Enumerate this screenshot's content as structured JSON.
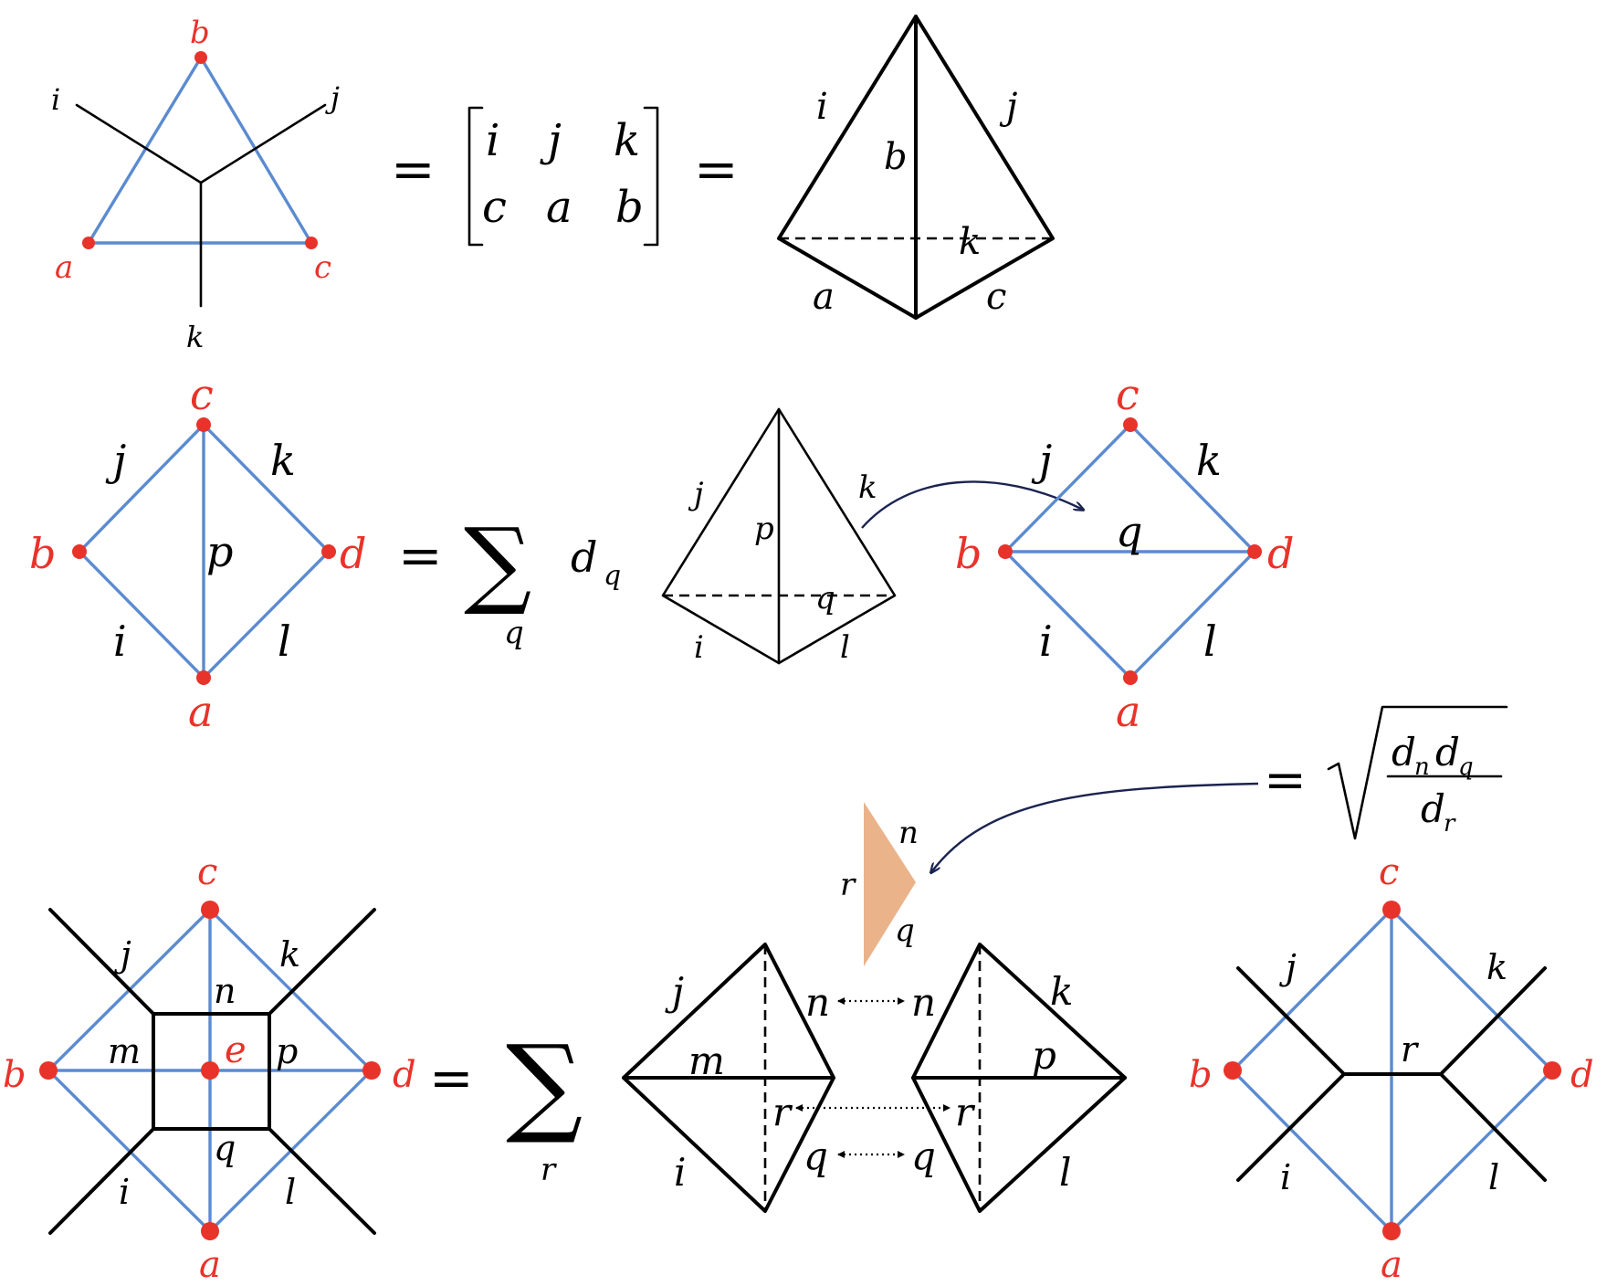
{
  "row1": {
    "vertices": {
      "a": "a",
      "b": "b",
      "c": "c"
    },
    "edges": {
      "i": "i",
      "j": "j",
      "k": "k"
    },
    "equals": "=",
    "matrix": {
      "top": [
        "i",
        "j",
        "k"
      ],
      "bottom": [
        "c",
        "a",
        "b"
      ]
    },
    "tetra": {
      "i": "i",
      "j": "j",
      "b": "b",
      "k": "k",
      "a": "a",
      "c": "c"
    }
  },
  "row2": {
    "vertices": {
      "a": "a",
      "b": "b",
      "c": "c",
      "d": "d"
    },
    "edges": {
      "i": "i",
      "j": "j",
      "k": "k",
      "l": "l",
      "p": "p"
    },
    "equals": "=",
    "sum_symbol": "∑",
    "sum_index": "q",
    "coef_d": "d",
    "coef_sub": "q",
    "tetra": {
      "j": "j",
      "k": "k",
      "p": "p",
      "q": "q",
      "i": "i",
      "l": "l"
    },
    "right": {
      "vertices": {
        "a": "a",
        "b": "b",
        "c": "c",
        "d": "d"
      },
      "edges": {
        "i": "i",
        "j": "j",
        "k": "k",
        "l": "l",
        "q": "q"
      }
    }
  },
  "formula": {
    "equals": "=",
    "num_d1": "d",
    "num_s1": "n",
    "num_d2": "d",
    "num_s2": "q",
    "den_d": "d",
    "den_s": "r"
  },
  "wedge": {
    "n": "n",
    "r": "r",
    "q": "q",
    "color": "#eab38a"
  },
  "row3": {
    "vertices": {
      "a": "a",
      "b": "b",
      "c": "c",
      "d": "d",
      "e": "e"
    },
    "edges": {
      "i": "i",
      "j": "j",
      "k": "k",
      "l": "l",
      "m": "m",
      "n": "n",
      "p": "p",
      "q": "q"
    },
    "equals": "=",
    "sum_symbol": "∑",
    "sum_index": "r",
    "left_tetra": {
      "j": "j",
      "m": "m",
      "n": "n",
      "r": "r",
      "q": "q",
      "i": "i"
    },
    "right_tetra": {
      "k": "k",
      "p": "p",
      "n": "n",
      "r": "r",
      "q": "q",
      "l": "l"
    },
    "right": {
      "vertices": {
        "a": "a",
        "b": "b",
        "c": "c",
        "d": "d"
      },
      "edges": {
        "i": "i",
        "j": "j",
        "k": "k",
        "l": "l",
        "r": "r"
      }
    }
  },
  "colors": {
    "edge_blue": "#5b8bd0",
    "vertex_red": "#e8332a",
    "arrow_navy": "#1b2350"
  }
}
